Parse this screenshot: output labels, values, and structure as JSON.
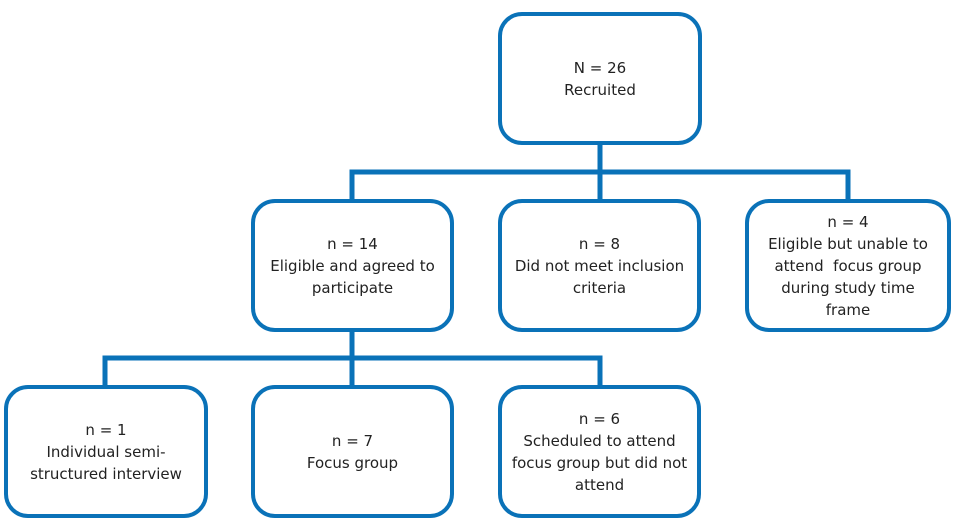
{
  "colors": {
    "border": "#0a72b8",
    "connector": "#0a72b8",
    "text": "#222222",
    "background": "#ffffff"
  },
  "boxes": {
    "recruited": {
      "lines": [
        "N = 26",
        "Recruited"
      ]
    },
    "eligible": {
      "lines": [
        "n = 14",
        "Eligible and agreed to",
        "participate"
      ]
    },
    "not_met": {
      "lines": [
        "n = 8",
        "Did not meet inclusion",
        "criteria"
      ]
    },
    "unable": {
      "lines": [
        "n = 4",
        "Eligible but unable to",
        "attend  focus group",
        "during study time",
        "frame"
      ]
    },
    "interview": {
      "lines": [
        "n = 1",
        "Individual semi-",
        "structured interview"
      ]
    },
    "focus": {
      "lines": [
        "n = 7",
        "Focus group"
      ]
    },
    "no_show": {
      "lines": [
        "n = 6",
        "Scheduled to attend",
        "focus group but did not",
        "attend"
      ]
    }
  }
}
